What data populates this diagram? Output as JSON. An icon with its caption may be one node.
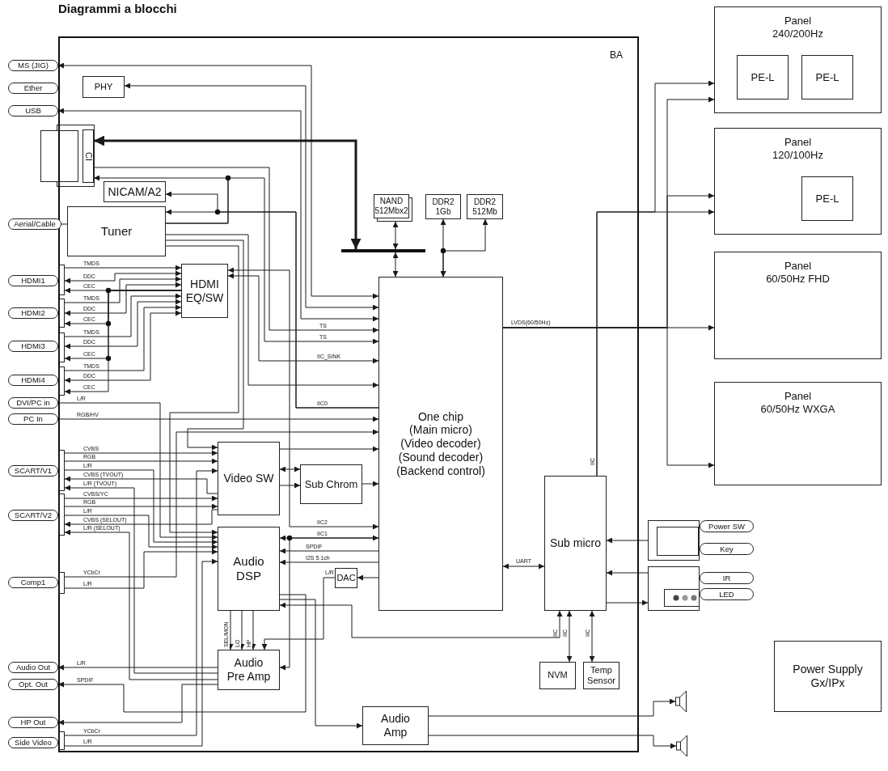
{
  "diagram": {
    "title": "Diagrammi a blocchi",
    "nodes": [
      {
        "text": [
          "BA"
        ]
      },
      {
        "text": [
          "MS (JIG)"
        ]
      },
      {
        "text": [
          "Ether"
        ]
      },
      {
        "text": [
          "PHY"
        ],
        "in": 0
      },
      {
        "text": [
          "USB"
        ]
      },
      {
        "text": [
          "CI"
        ],
        "in": 0
      },
      {
        "text": [
          "NICAM/A2"
        ],
        "in": 0
      },
      {
        "text": [
          "Aerial/Cable"
        ]
      },
      {
        "text": [
          "Tuner"
        ],
        "in": 0
      },
      {
        "text": [
          "HDMI1"
        ]
      },
      {
        "text": [
          "HDMI2"
        ]
      },
      {
        "text": [
          "HDMI3"
        ]
      },
      {
        "text": [
          "HDMI4"
        ]
      },
      {
        "text": [
          "HDMI EQ/SW"
        ],
        "in": 0
      },
      {
        "text": [
          "DVI/PC in"
        ]
      },
      {
        "text": [
          "PC In"
        ]
      },
      {
        "text": [
          "SCART/V1"
        ]
      },
      {
        "text": [
          "SCART/V2"
        ]
      },
      {
        "text": [
          "Comp1"
        ]
      },
      {
        "text": [
          "Audio Out"
        ]
      },
      {
        "text": [
          "Opt. Out"
        ]
      },
      {
        "text": [
          "HP Out"
        ]
      },
      {
        "text": [
          "Side Video"
        ]
      },
      {
        "text": [
          "NAND 512Mbx2"
        ],
        "in": 0
      },
      {
        "text": [
          "DDR2 1Gb"
        ],
        "in": 0
      },
      {
        "text": [
          "DDR2 512Mb"
        ],
        "in": 0
      },
      {
        "text": [],
        "shape": "bar",
        "in": 0
      },
      {
        "text": [
          "One chip",
          "(Main micro)",
          "(Video decoder)",
          "(Sound decoder)",
          "(Backend control)"
        ],
        "in": 0
      },
      {
        "text": [
          "Video SW"
        ],
        "in": 0
      },
      {
        "text": [
          "Sub Chrom"
        ],
        "in": 0
      },
      {
        "text": [
          "Audio DSP"
        ],
        "in": 0
      },
      {
        "text": [
          "DAC"
        ],
        "in": 0
      },
      {
        "text": [
          "Audio Pre Amp"
        ],
        "in": 0
      },
      {
        "text": [
          "Audio Amp"
        ],
        "in": 0
      },
      {
        "text": [
          "Sub micro"
        ],
        "in": 0
      },
      {
        "text": [
          "NVM"
        ],
        "in": 0
      },
      {
        "text": [
          "Temp Sensor"
        ],
        "in": 0
      },
      {
        "text": [
          "Panel",
          "240/200Hz"
        ]
      },
      {
        "text": [
          "PE-L"
        ],
        "in": 37
      },
      {
        "text": [
          "PE-L"
        ],
        "in": 37
      },
      {
        "text": [
          "Panel",
          "120/100Hz"
        ]
      },
      {
        "text": [
          "PE-L"
        ],
        "in": 40
      },
      {
        "text": [
          "Panel",
          "60/50Hz FHD"
        ]
      },
      {
        "text": [
          "Panel",
          "60/50Hz WXGA"
        ]
      },
      {
        "text": [],
        "shape": "box"
      },
      {
        "text": [
          "Power SW"
        ]
      },
      {
        "text": [
          "Key"
        ]
      },
      {
        "text": [],
        "shape": "box"
      },
      {
        "text": [
          "IR"
        ]
      },
      {
        "text": [
          "LED"
        ]
      },
      {
        "text": [],
        "shape": "speaker"
      },
      {
        "text": [],
        "shape": "speaker"
      },
      {
        "text": [
          "Power Supply Gx/IPx"
        ]
      }
    ],
    "edges": [
      {
        "from": 1,
        "to": 27,
        "arrow": "both"
      },
      {
        "from": 3,
        "to": 27,
        "arrow": "both"
      },
      {
        "from": 4,
        "to": 27,
        "arrow": "both"
      },
      {
        "from": 5,
        "to": 27,
        "arrow": "to",
        "label": "TS"
      },
      {
        "from": 8,
        "to": 5,
        "arrow": "to"
      },
      {
        "from": 8,
        "to": 27,
        "arrow": "to",
        "label": "TS"
      },
      {
        "from": 27,
        "to": 6,
        "arrow": "to",
        "label": "IIC0"
      },
      {
        "from": 27,
        "to": 8,
        "arrow": "to"
      },
      {
        "from": 13,
        "to": 27,
        "arrow": "both",
        "label": "IIC_SINK"
      },
      {
        "from": 13,
        "to": 27,
        "arrow": "both",
        "label": "IIC2"
      },
      {
        "from": 8,
        "to": 27,
        "arrow": "to"
      },
      {
        "from": 8,
        "to": 28,
        "arrow": "to"
      },
      {
        "from": 8,
        "to": 30,
        "arrow": "to"
      },
      {
        "from": 9,
        "to": 13,
        "arrow": "to",
        "label": "TMDS"
      },
      {
        "from": 9,
        "to": 13,
        "arrow": "both",
        "label": "DDC"
      },
      {
        "from": 13,
        "to": 9,
        "arrow": "to",
        "label": "CEC"
      },
      {
        "from": 10,
        "to": 13,
        "arrow": "to",
        "label": "TMDS"
      },
      {
        "from": 10,
        "to": 13,
        "arrow": "both",
        "label": "DDC"
      },
      {
        "from": 13,
        "to": 10,
        "arrow": "to",
        "label": "CEC"
      },
      {
        "from": 11,
        "to": 13,
        "arrow": "to",
        "label": "TMDS"
      },
      {
        "from": 11,
        "to": 13,
        "arrow": "both",
        "label": "DDC"
      },
      {
        "from": 13,
        "to": 11,
        "arrow": "to",
        "label": "CEC"
      },
      {
        "from": 12,
        "to": 13,
        "arrow": "to",
        "label": "TMDS"
      },
      {
        "from": 12,
        "to": 13,
        "arrow": "both",
        "label": "DDC"
      },
      {
        "from": 13,
        "to": 12,
        "arrow": "to",
        "label": "CEC"
      },
      {
        "from": 14,
        "to": 30,
        "arrow": "to",
        "label": "L/R"
      },
      {
        "from": 15,
        "to": 27,
        "arrow": "to",
        "label": "RGB/HV"
      },
      {
        "from": 16,
        "to": 28,
        "arrow": "to",
        "label": "CVBS"
      },
      {
        "from": 16,
        "to": 28,
        "arrow": "to",
        "label": "RGB"
      },
      {
        "from": 16,
        "to": 30,
        "arrow": "to",
        "label": "L/R"
      },
      {
        "from": 28,
        "to": 16,
        "arrow": "to",
        "label": "CVBS (TVOUT)"
      },
      {
        "from": 32,
        "to": 16,
        "arrow": "to",
        "label": "L/R (TVOUT)"
      },
      {
        "from": 17,
        "to": 28,
        "arrow": "to",
        "label": "CVBS/YC"
      },
      {
        "from": 17,
        "to": 28,
        "arrow": "to",
        "label": "RGB"
      },
      {
        "from": 17,
        "to": 30,
        "arrow": "to",
        "label": "L/R"
      },
      {
        "from": 28,
        "to": 17,
        "arrow": "to",
        "label": "CVBS (SELOUT)"
      },
      {
        "from": 32,
        "to": 17,
        "arrow": "to",
        "label": "L/R (SELOUT)"
      },
      {
        "from": 18,
        "to": 27,
        "arrow": "to",
        "label": "YCbCr"
      },
      {
        "from": 18,
        "to": 30,
        "arrow": "to",
        "label": "L/R"
      },
      {
        "from": 32,
        "to": 19,
        "arrow": "to",
        "label": "L/R"
      },
      {
        "from": 30,
        "to": 20,
        "arrow": "to",
        "label": "SPDIF"
      },
      {
        "from": 32,
        "to": 21,
        "arrow": "to"
      },
      {
        "from": 22,
        "to": 28,
        "arrow": "to",
        "label": "YCbCr"
      },
      {
        "from": 22,
        "to": 30,
        "arrow": "to",
        "label": "L/R"
      },
      {
        "from": 28,
        "to": 27,
        "arrow": "to"
      },
      {
        "from": 28,
        "to": 29,
        "arrow": "both"
      },
      {
        "from": 28,
        "to": 29,
        "arrow": "to"
      },
      {
        "from": 29,
        "to": 27,
        "arrow": "to"
      },
      {
        "from": 30,
        "to": 27,
        "arrow": "both",
        "label": "IIC1"
      },
      {
        "from": 27,
        "to": 30,
        "arrow": "to",
        "label": "SPDIF"
      },
      {
        "from": 27,
        "to": 30,
        "arrow": "to",
        "label": "I2S 5.1ch"
      },
      {
        "from": 27,
        "to": 31,
        "arrow": "to"
      },
      {
        "from": 31,
        "to": 32,
        "arrow": "to",
        "label": "L/R"
      },
      {
        "from": 30,
        "to": 32,
        "arrow": "to",
        "label": "SEL/MON"
      },
      {
        "from": 30,
        "to": 32,
        "arrow": "to",
        "label": "LO"
      },
      {
        "from": 30,
        "to": 32,
        "arrow": "to",
        "label": "HP"
      },
      {
        "from": 30,
        "to": 33,
        "arrow": "to"
      },
      {
        "from": 27,
        "to": 32,
        "arrow": "to"
      },
      {
        "from": 34,
        "to": 30,
        "arrow": "both",
        "label": "IIC"
      },
      {
        "from": 34,
        "to": 35,
        "arrow": "both",
        "label": "IIC"
      },
      {
        "from": 34,
        "to": 36,
        "arrow": "both",
        "label": "IIC"
      },
      {
        "from": 27,
        "to": 34,
        "arrow": "both",
        "label": "UART"
      },
      {
        "from": 27,
        "to": 42,
        "arrow": "to",
        "label": "LVDS(60/50Hz)"
      },
      {
        "from": 27,
        "to": 37,
        "arrow": "to"
      },
      {
        "from": 27,
        "to": 40,
        "arrow": "to"
      },
      {
        "from": 27,
        "to": 43,
        "arrow": "to"
      },
      {
        "from": 34,
        "to": 37,
        "arrow": "to",
        "label": "IIC"
      },
      {
        "from": 34,
        "to": 40,
        "arrow": "to"
      },
      {
        "from": 44,
        "to": 34,
        "arrow": "to"
      },
      {
        "from": 47,
        "to": 34,
        "arrow": "to"
      },
      {
        "from": 34,
        "to": 47,
        "arrow": "to"
      },
      {
        "from": 33,
        "to": 50,
        "arrow": "to"
      },
      {
        "from": 33,
        "to": 51,
        "arrow": "to"
      },
      {
        "from": 23,
        "to": 26,
        "arrow": "both"
      },
      {
        "from": 26,
        "to": 27,
        "arrow": "both"
      },
      {
        "from": 5,
        "to": 26,
        "arrow": "both",
        "style": "thick"
      },
      {
        "from": 24,
        "to": 27,
        "arrow": "both"
      },
      {
        "from": 25,
        "to": 27,
        "arrow": "both"
      },
      {
        "from": 7,
        "to": 8,
        "arrow": "none"
      }
    ]
  }
}
